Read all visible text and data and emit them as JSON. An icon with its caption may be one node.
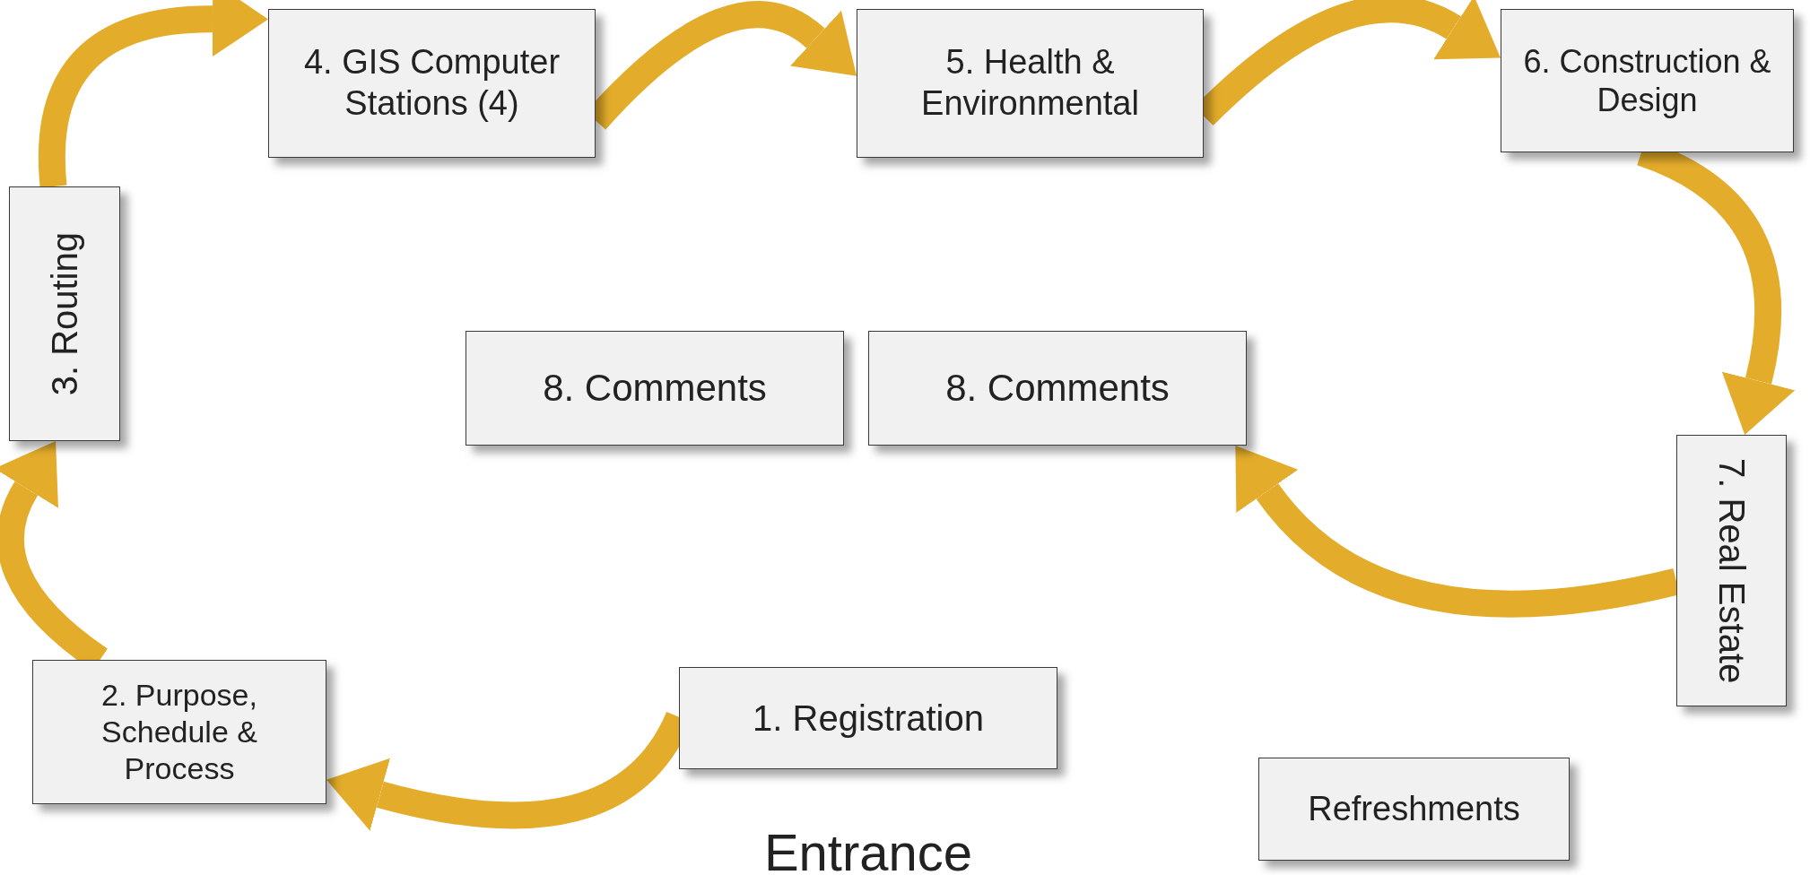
{
  "diagram": {
    "nodes": [
      {
        "text": [
          "1. Registration"
        ]
      },
      {
        "text": [
          "2. Purpose, Schedule & Process"
        ]
      },
      {
        "text": [
          "3. Routing"
        ]
      },
      {
        "text": [
          "4. GIS Computer Stations (4)"
        ]
      },
      {
        "text": [
          "5. Health & Environmental"
        ]
      },
      {
        "text": [
          "6. Construction & Design"
        ]
      },
      {
        "text": [
          "7. Real Estate"
        ]
      },
      {
        "text": [
          "8. Comments"
        ]
      },
      {
        "text": [
          "8. Comments"
        ]
      },
      {
        "text": [
          "Refreshments"
        ]
      }
    ],
    "edges": [
      {
        "from": 0,
        "to": 1,
        "arrow": "to"
      },
      {
        "from": 1,
        "to": 2,
        "arrow": "to"
      },
      {
        "from": 2,
        "to": 3,
        "arrow": "to"
      },
      {
        "from": 3,
        "to": 4,
        "arrow": "to"
      },
      {
        "from": 4,
        "to": 5,
        "arrow": "to"
      },
      {
        "from": 5,
        "to": 6,
        "arrow": "to"
      },
      {
        "from": 6,
        "to": 8,
        "arrow": "to"
      }
    ],
    "labels": [
      "Entrance"
    ]
  }
}
